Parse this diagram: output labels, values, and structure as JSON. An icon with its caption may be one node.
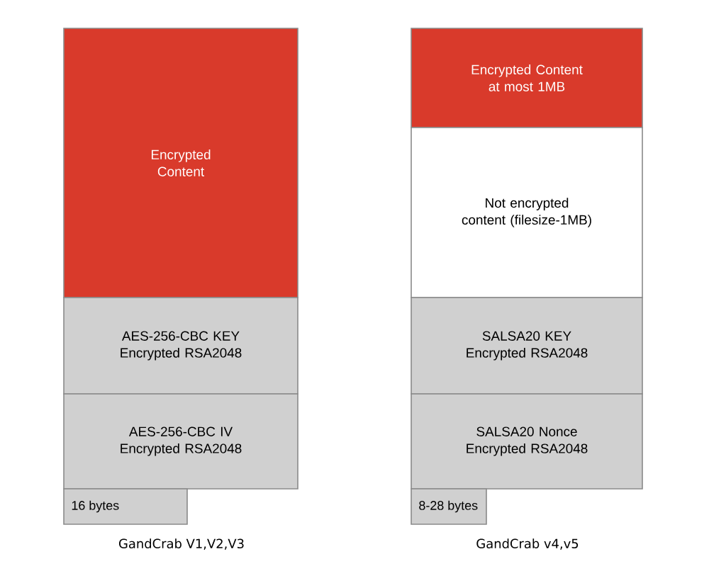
{
  "diagram": {
    "nodes": [
      {
        "text": [
          "Encrypted Content"
        ]
      },
      {
        "text": [
          "AES-256-CBC KEY Encrypted RSA2048"
        ]
      },
      {
        "text": [
          "AES-256-CBC IV Encrypted RSA2048"
        ]
      },
      {
        "text": [
          "16 bytes"
        ]
      },
      {
        "text": [
          "Encrypted Content at most 1MB"
        ]
      },
      {
        "text": [
          "Not encrypted content (filesize-1MB)"
        ]
      },
      {
        "text": [
          "SALSA20 KEY Encrypted RSA2048"
        ]
      },
      {
        "text": [
          "SALSA20 Nonce Encrypted RSA2048"
        ]
      },
      {
        "text": [
          "8-28 bytes"
        ]
      }
    ],
    "labels": [
      "GandCrab V1,V2,V3",
      "GandCrab v4,v5"
    ]
  }
}
